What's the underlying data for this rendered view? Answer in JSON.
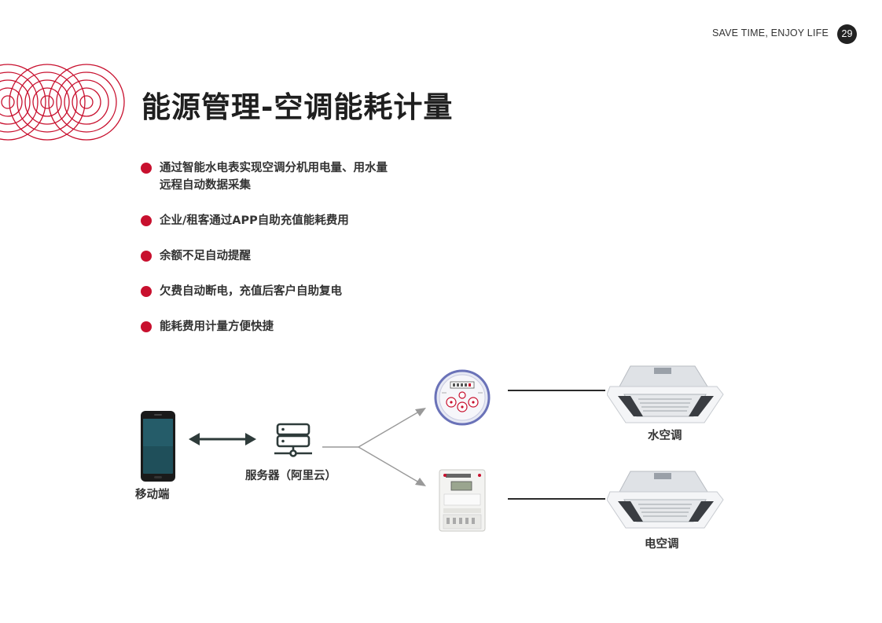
{
  "header": {
    "tagline": "SAVE TIME, ENJOY LIFE",
    "page_number": "29"
  },
  "title": "能源管理-空调能耗计量",
  "bullets": [
    "通过智能水电表实现空调分机用电量、用水量\n远程自动数据采集",
    "企业/租客通过APP自助充值能耗费用",
    "余额不足自动提醒",
    "欠费自动断电，充值后客户自助复电",
    "能耗费用计量方便快捷"
  ],
  "diagram": {
    "mobile_label": "移动端",
    "server_label": "服务器（阿里云）",
    "water_ac_label": "水空调",
    "electric_ac_label": "电空调"
  },
  "colors": {
    "accent": "#c8102e",
    "dark": "#333333"
  }
}
